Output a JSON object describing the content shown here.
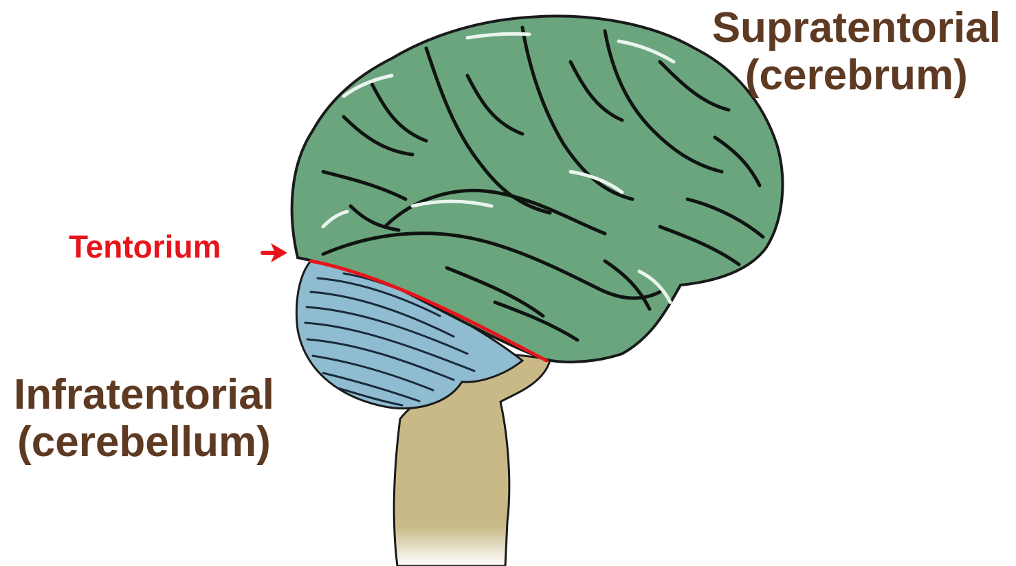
{
  "labels": {
    "supratentorial": {
      "line1": "Supratentorial",
      "line2": "(cerebrum)"
    },
    "infratentorial": {
      "line1": "Infratentorial",
      "line2": "(cerebellum)"
    },
    "tentorium": "Tentorium"
  },
  "colors": {
    "text_brown": "#5e3a22",
    "tentorium_red": "#e8141b",
    "cerebrum_green": "#6aa57e",
    "cerebellum_blue": "#8fbcd0",
    "brainstem_tan": "#c8b987",
    "outline": "#1a1a1a"
  }
}
